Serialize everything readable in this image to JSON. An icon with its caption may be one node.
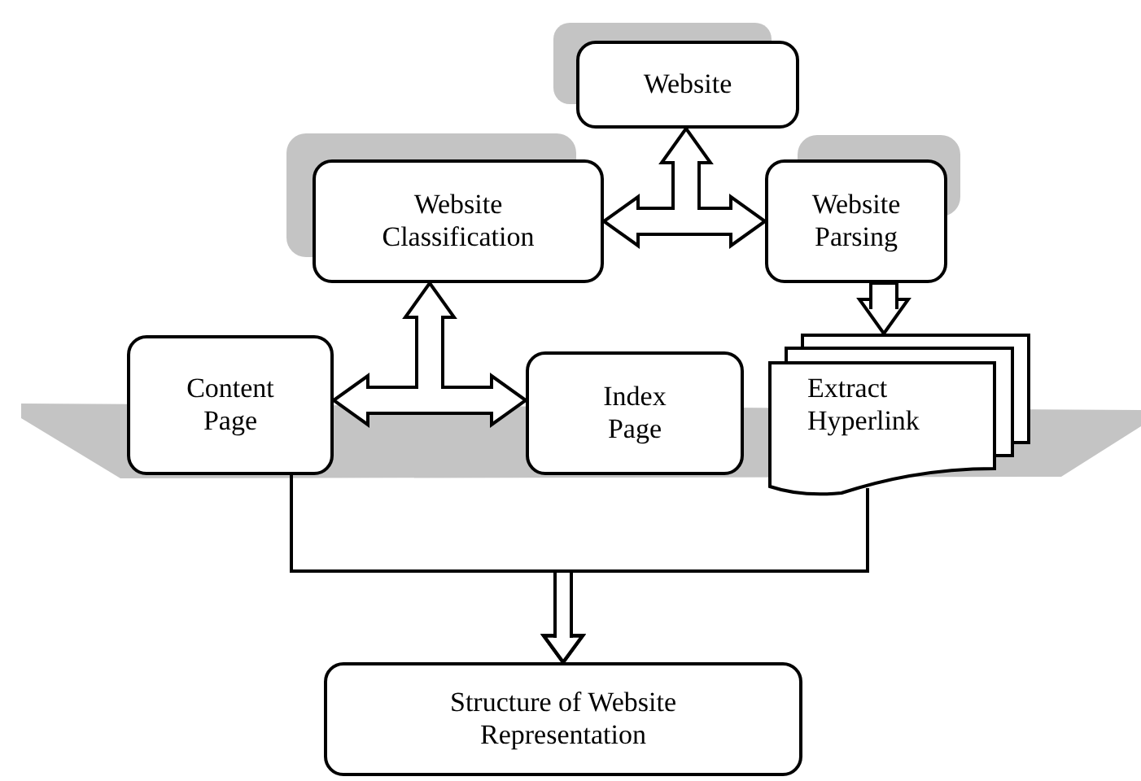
{
  "diagram": {
    "nodes": [
      {
        "text": [
          "Website"
        ]
      },
      {
        "text": [
          "Website Classification"
        ]
      },
      {
        "text": [
          "Website Parsing"
        ]
      },
      {
        "text": [
          "Content Page"
        ]
      },
      {
        "text": [
          "Index Page"
        ]
      },
      {
        "text": [
          "Extract Hyperlink"
        ]
      },
      {
        "text": [
          "Structure of Website Representation"
        ]
      }
    ],
    "edges": [
      {
        "from": 0,
        "to": 1,
        "arrow": "both",
        "style": "thick"
      },
      {
        "from": 0,
        "to": 2,
        "arrow": "both",
        "style": "thick"
      },
      {
        "from": 1,
        "to": 3,
        "arrow": "both",
        "style": "thick"
      },
      {
        "from": 1,
        "to": 4,
        "arrow": "both",
        "style": "thick"
      },
      {
        "from": 2,
        "to": 5,
        "arrow": "to",
        "style": "thick"
      },
      {
        "from": 3,
        "to": 6,
        "arrow": "to"
      },
      {
        "from": 5,
        "to": 6,
        "arrow": "to"
      }
    ]
  }
}
